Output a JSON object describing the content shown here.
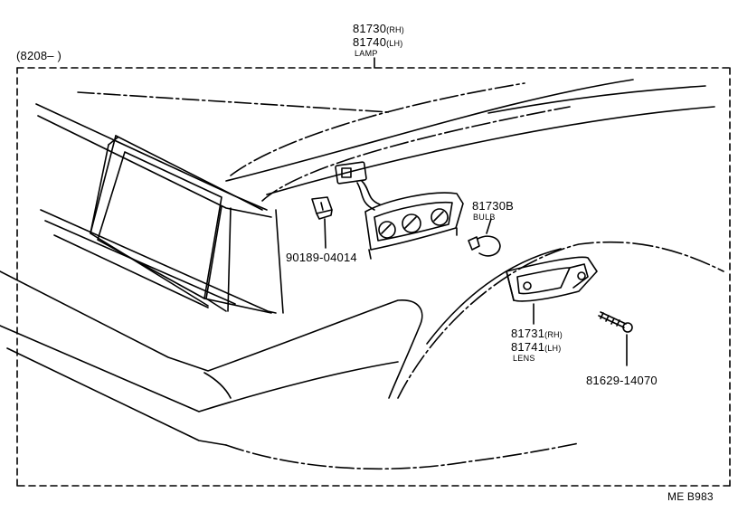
{
  "frame": {
    "date_range": "(8208–        )"
  },
  "callouts": {
    "lamp_rh_number": "81730",
    "lamp_rh_suffix": "(RH)",
    "lamp_lh_number": "81740",
    "lamp_lh_suffix": "(LH)",
    "lamp_name": "LAMP",
    "socket_number": "90189-04014",
    "bulb_number": "81730B",
    "bulb_name": "BULB",
    "lens_rh_number": "81731",
    "lens_rh_suffix": "(RH)",
    "lens_lh_number": "81741",
    "lens_lh_suffix": "(LH)",
    "lens_name": "LENS",
    "screw_number": "81629-14070"
  },
  "footer": {
    "code": "ME  B983"
  }
}
